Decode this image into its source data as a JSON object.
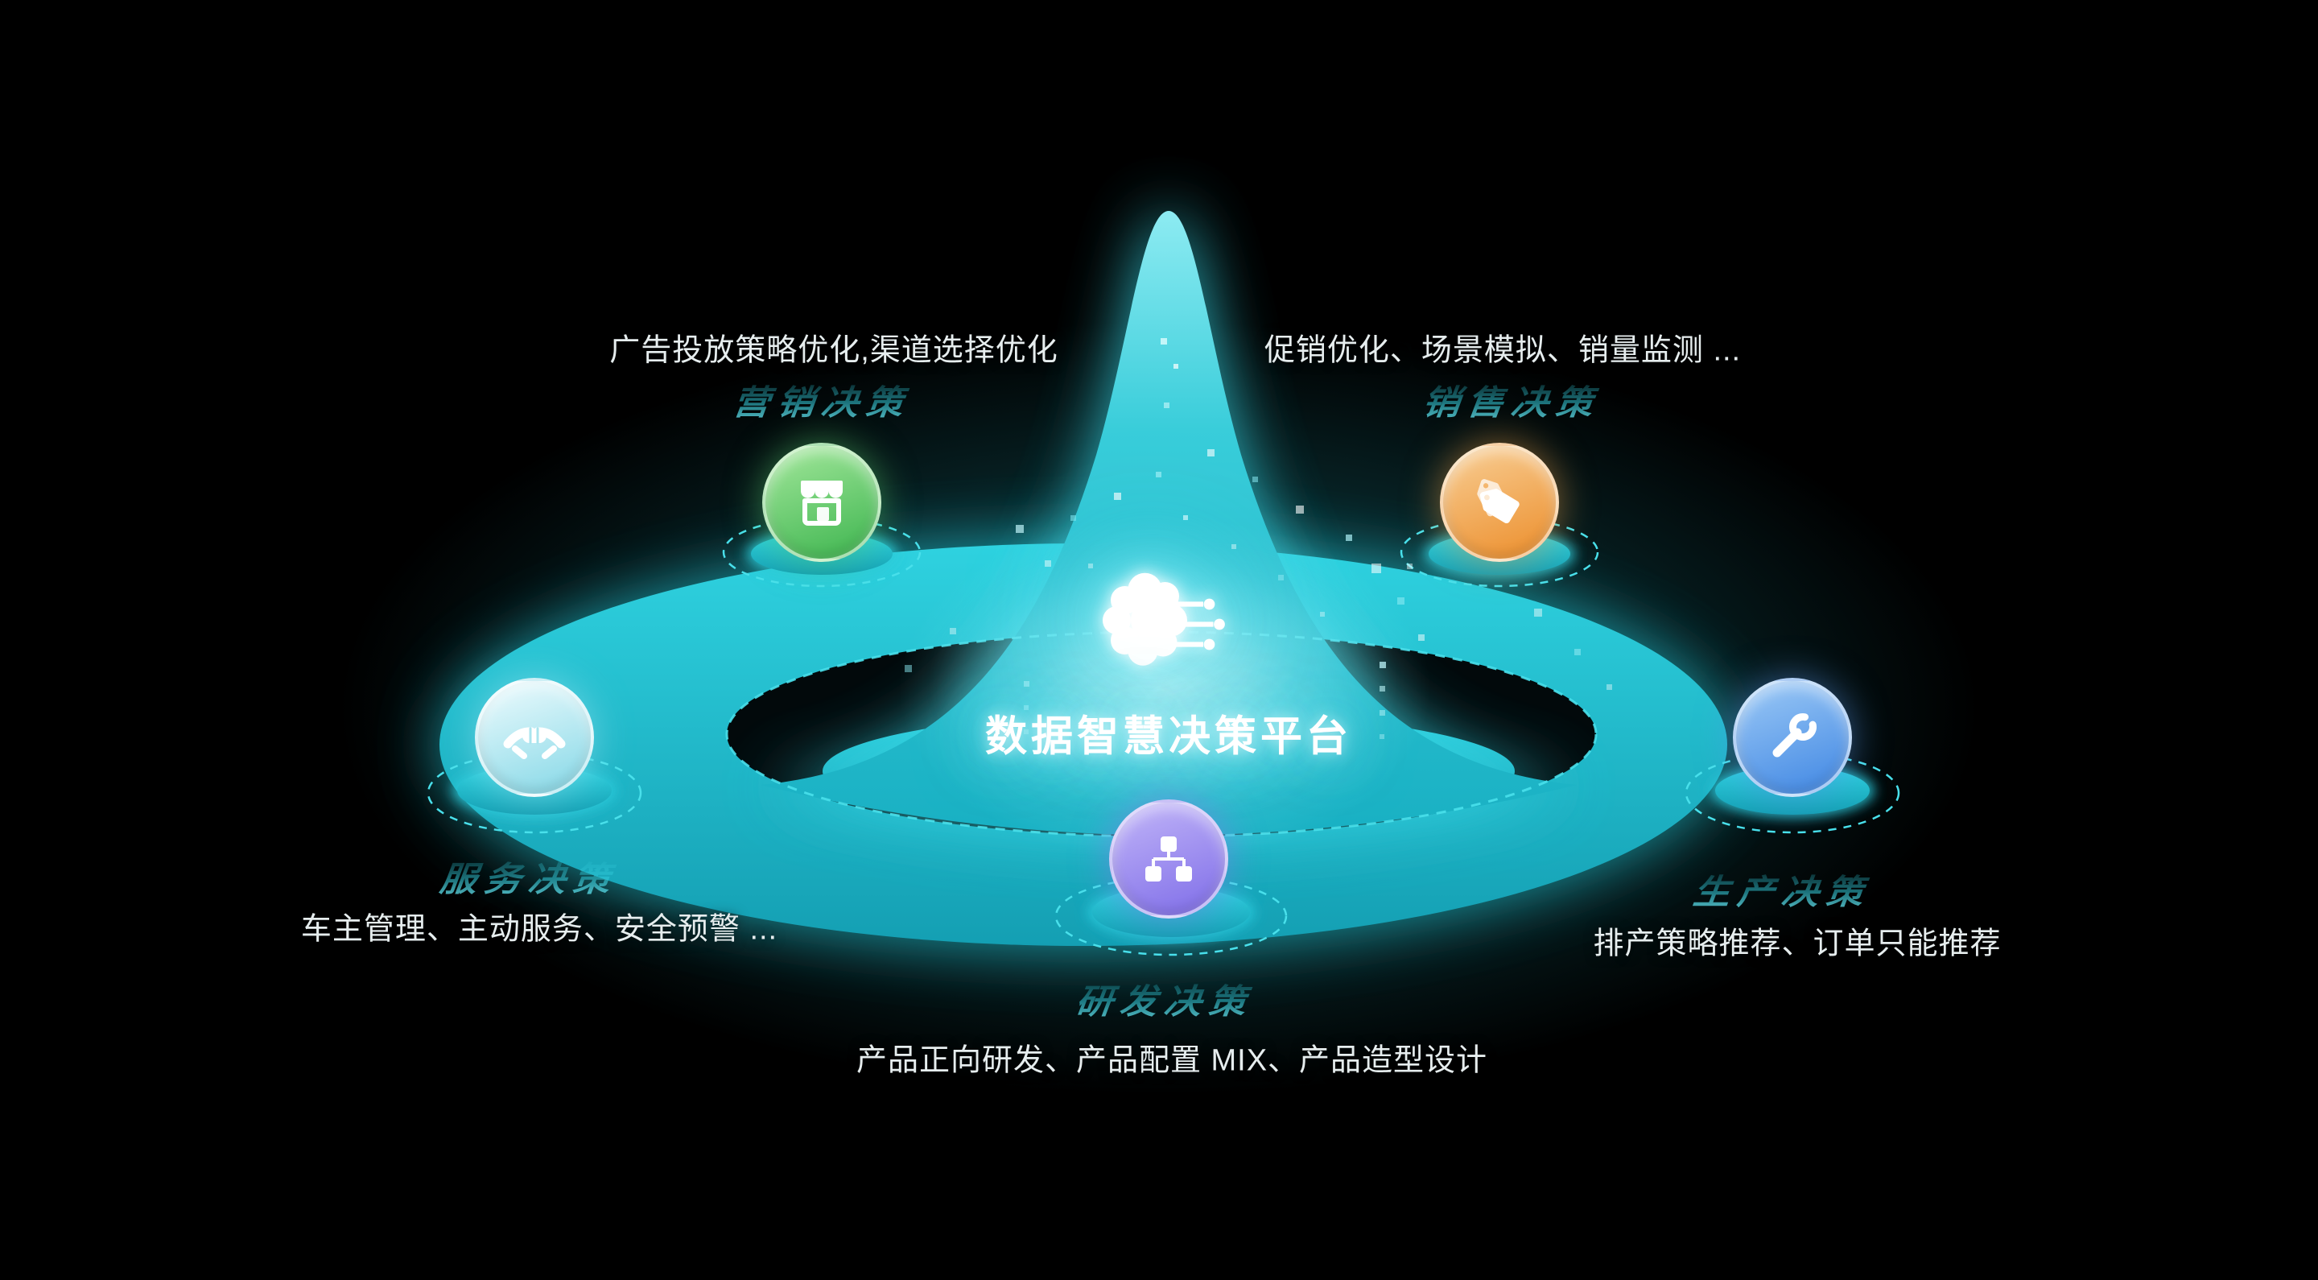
{
  "center": {
    "title": "数据智慧决策平台",
    "icon": "brain-circuit-icon"
  },
  "nodes": {
    "marketing": {
      "label": "营销决策",
      "description": "广告投放策略优化,渠道选择优化",
      "icon": "storefront-icon",
      "color": "#3cb44e"
    },
    "sales": {
      "label": "销售决策",
      "description": "促销优化、场景模拟、销量监测 ...",
      "icon": "price-tag-icon",
      "color": "#ec8d2a"
    },
    "service": {
      "label": "服务决策",
      "description": "车主管理、主动服务、安全预警 ...",
      "icon": "handshake-icon",
      "color": "#83d7e6"
    },
    "production": {
      "label": "生产决策",
      "description": "排产策略推荐、订单只能推荐",
      "icon": "wrench-icon",
      "color": "#3f86e3"
    },
    "rnd": {
      "label": "研发决策",
      "description": "产品正向研发、产品配置 MIX、产品造型设计",
      "icon": "network-icon",
      "color": "#7e6ce8"
    }
  },
  "colors": {
    "background": "#000000",
    "platform_teal": "#1fbccc",
    "platform_highlight": "#49e0eb",
    "title_text": "#ffffff",
    "description_text": "#e6edee"
  }
}
